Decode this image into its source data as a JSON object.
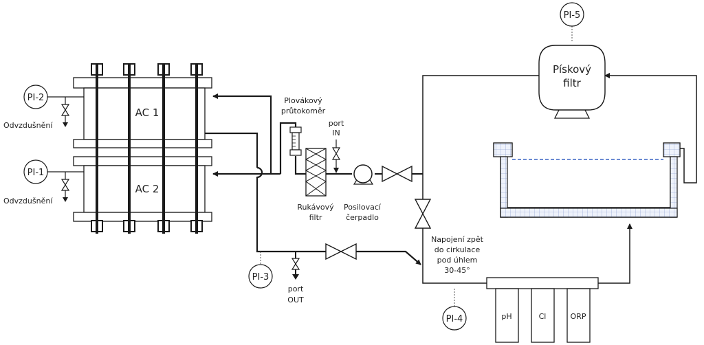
{
  "units": {
    "ac1": "AC 1",
    "ac2": "AC 2",
    "sand_filter": [
      "Pískový",
      "filtr"
    ]
  },
  "gauges": {
    "pi1": "PI-1",
    "pi2": "PI-2",
    "pi3": "PI-3",
    "pi4": "PI-4",
    "pi5": "PI-5"
  },
  "labels": {
    "vent_top": "Odvzdušnění",
    "vent_bottom": "Odvzdušnění",
    "flowmeter": [
      "Plovákový",
      "průtokoměr"
    ],
    "port_in": [
      "port",
      "IN"
    ],
    "port_out": [
      "port",
      "OUT"
    ],
    "bag_filter": [
      "Rukávový",
      "filtr"
    ],
    "pump": [
      "Posilovací",
      "čerpadlo"
    ],
    "return_note": [
      "Napojení zpět",
      "do cirkulace",
      "pod úhlem",
      "30-45°"
    ]
  },
  "sensors": [
    "pH",
    "Cl",
    "ORP"
  ]
}
